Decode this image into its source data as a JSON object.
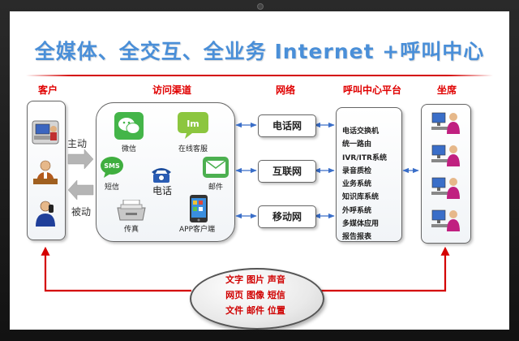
{
  "title": "全媒体、全交互、全业务 Internet +呼叫中心",
  "sections": {
    "customer": "客户",
    "channels": "访问渠道",
    "network": "网络",
    "platform": "呼叫中心平台",
    "agents": "坐席"
  },
  "directions": {
    "active": "主动",
    "passive": "被动"
  },
  "channels": {
    "wechat": "微信",
    "online_service": "在线客服",
    "sms": "短信",
    "phone": "电话",
    "email": "邮件",
    "fax": "传真",
    "app": "APP客户端"
  },
  "icon_text": {
    "im": "Im",
    "sms": "SMS"
  },
  "networks": [
    "电话网",
    "互联网",
    "移动网"
  ],
  "platform_items": [
    "电话交换机",
    "统一路由",
    "IVR/ITR系统",
    "录音质检",
    "业务系统",
    "知识库系统",
    "外呼系统",
    "多媒体应用",
    "报告报表"
  ],
  "media": [
    "文字 图片 声音",
    "网页 图像 短信",
    "文件 邮件 位置"
  ],
  "colors": {
    "title": "#4a8fd8",
    "section_heading": "#e00000",
    "arrow_red": "#d40000",
    "arrow_blue": "#3a6ec8"
  }
}
